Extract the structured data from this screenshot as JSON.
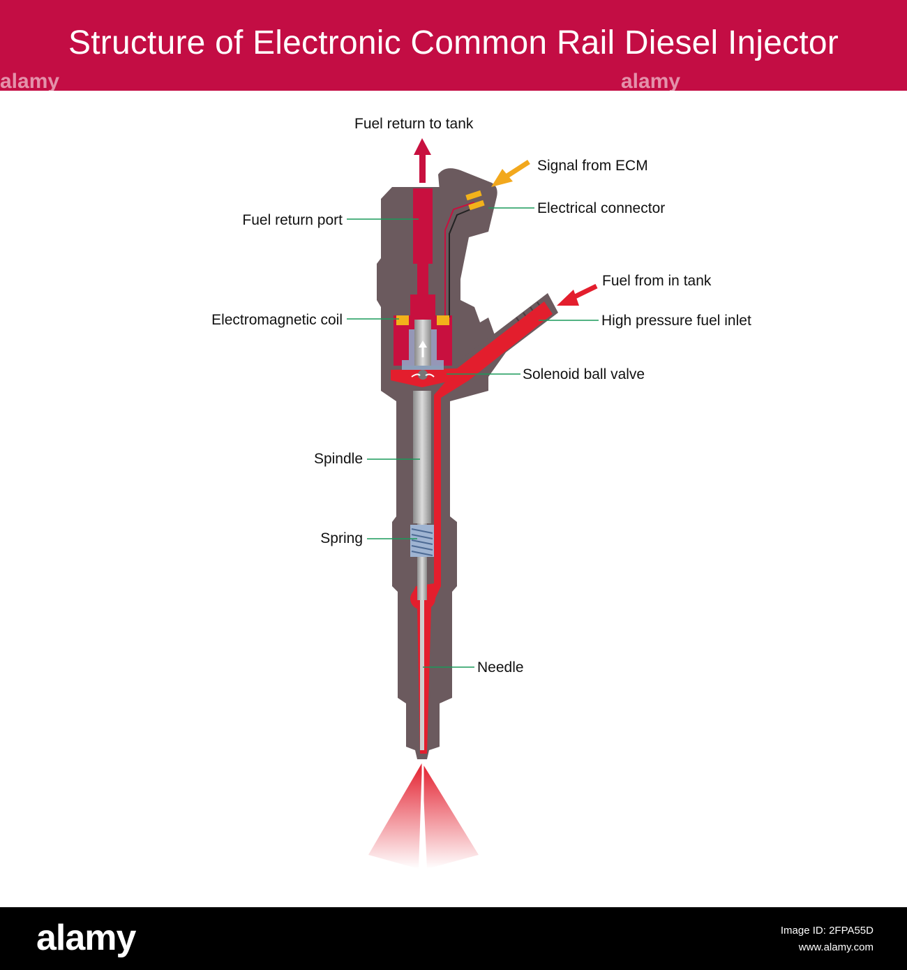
{
  "header": {
    "title": "Structure of Electronic Common Rail Diesel Injector",
    "watermark": "alamy",
    "background": "#c30d44"
  },
  "labels": {
    "fuel_return_to_tank": "Fuel return to tank",
    "signal_from_ecm": "Signal from ECM",
    "electrical_connector": "Electrical connector",
    "fuel_return_port": "Fuel return port",
    "fuel_from_in_tank": "Fuel from in tank",
    "electromagnetic_coil": "Electromagnetic coil",
    "high_pressure_fuel_inlet": "High pressure fuel inlet",
    "solenoid_ball_valve": "Solenoid ball valve",
    "spindle": "Spindle",
    "spring": "Spring",
    "needle": "Needle"
  },
  "colors": {
    "body": "#6b5a5e",
    "fuel": "#e31e2d",
    "return_fuel": "#c8103f",
    "leader": "#1a9a5a",
    "signal_arrow": "#f2a81d",
    "coil": "#f2b21b"
  },
  "footer": {
    "brand": "alamy",
    "image_id": "Image ID: 2FPA55D",
    "site": "www.alamy.com"
  }
}
